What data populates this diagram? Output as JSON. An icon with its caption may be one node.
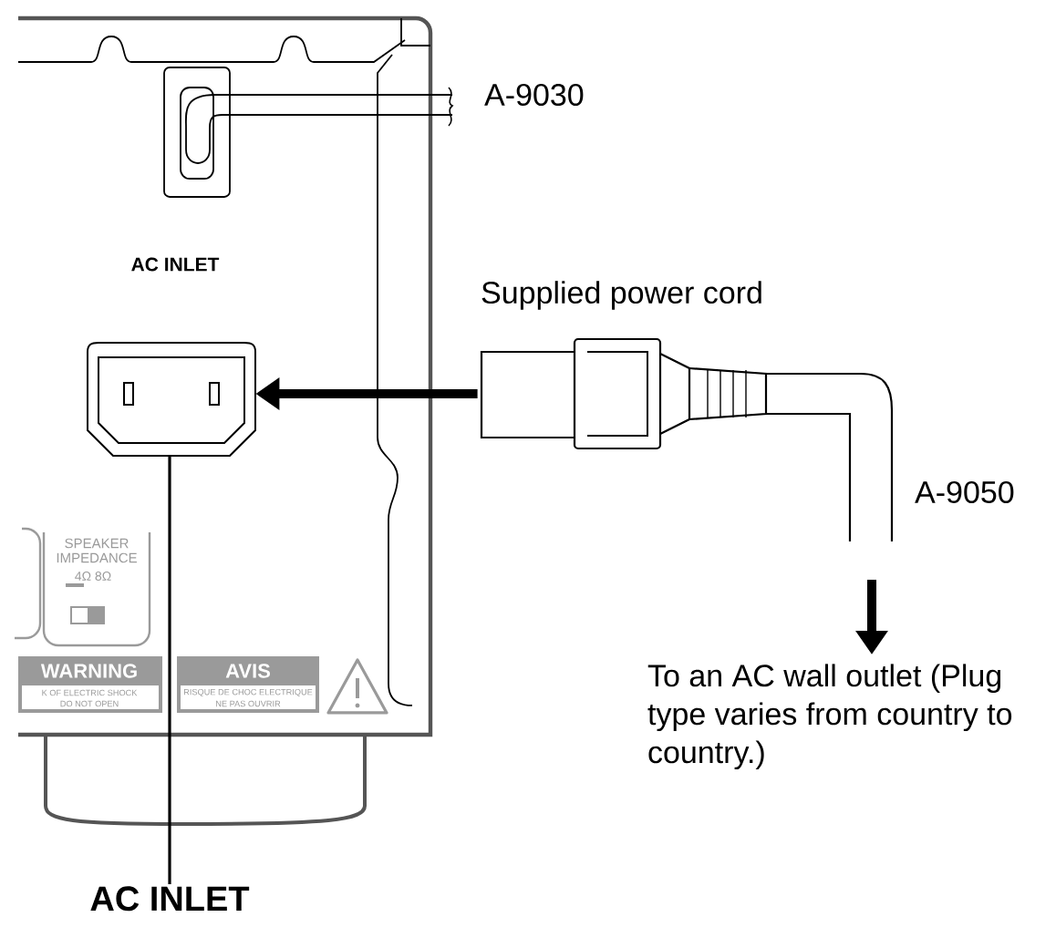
{
  "diagram": {
    "nodes": [
      {
        "text": [],
        "shape": "box"
      },
      {
        "text": [
          "AC INLET"
        ]
      },
      {
        "text": [],
        "shape": "picture",
        "beside": [
          "A-9050"
        ]
      },
      {
        "text": [
          "To an AC wall outlet (Plug type varies from country to country.)"
        ]
      }
    ],
    "edges": [
      {
        "from": 2,
        "to": 0,
        "arrow": "to"
      },
      {
        "from": 1,
        "to": 0,
        "arrow": "none"
      },
      {
        "from": null,
        "to": 3,
        "arrow": "to"
      }
    ],
    "labels": [
      "A-9030",
      "AC INLET",
      "Supplied power cord",
      "SPEAKER IMPEDANCE",
      "4Ω 8Ω",
      "WARNING",
      "K OF ELECTRIC SHOCK",
      "DO NOT OPEN",
      "AVIS",
      "RISQUE DE CHOC ELECTRIQUE",
      "NE PAS OUVRIR"
    ]
  }
}
